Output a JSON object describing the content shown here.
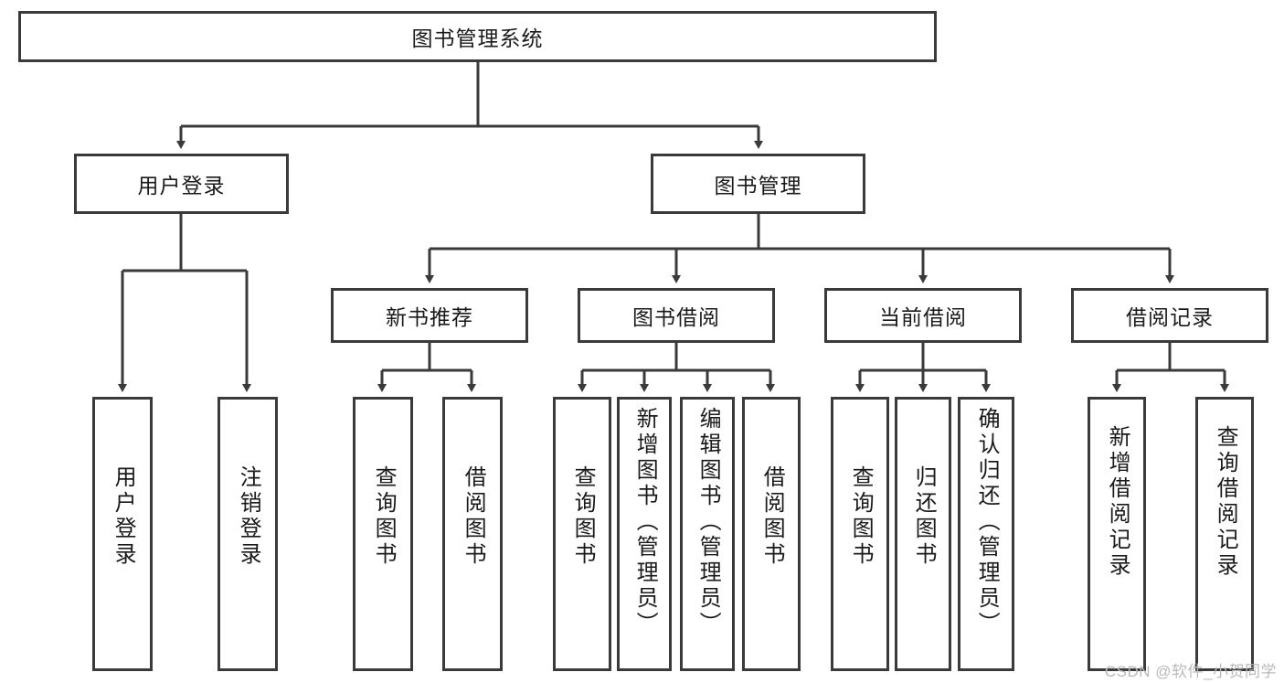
{
  "diagram": {
    "type": "tree-hierarchy-chart",
    "title": "图书管理系统",
    "watermark": "CSDN @软件_小贺同学",
    "colors": {
      "border": "#3a3a3a",
      "background": "#ffffff",
      "text": "#1a1a1a",
      "connector": "#3a3a3a",
      "watermark": "#b9b9b9"
    },
    "levels": {
      "level1": [
        {
          "id": "root",
          "label": "图书管理系统"
        }
      ],
      "level2": [
        {
          "id": "user-login",
          "label": "用户登录"
        },
        {
          "id": "book-manage",
          "label": "图书管理"
        }
      ],
      "level3": [
        {
          "id": "new-book-rec",
          "label": "新书推荐"
        },
        {
          "id": "book-borrow",
          "label": "图书借阅"
        },
        {
          "id": "current-borrow",
          "label": "当前借阅"
        },
        {
          "id": "borrow-record",
          "label": "借阅记录"
        }
      ],
      "level4": [
        {
          "id": "leaf-user-login",
          "label": "用户登录",
          "parent": "user-login"
        },
        {
          "id": "leaf-user-logout",
          "label": "注销登录",
          "parent": "user-login"
        },
        {
          "id": "leaf-query-book-1",
          "label": "查询图书",
          "parent": "new-book-rec"
        },
        {
          "id": "leaf-borrow-book-1",
          "label": "借阅图书",
          "parent": "new-book-rec"
        },
        {
          "id": "leaf-query-book-2",
          "label": "查询图书",
          "parent": "book-borrow"
        },
        {
          "id": "leaf-add-book",
          "label": "新增图书（管理员）",
          "parent": "book-borrow"
        },
        {
          "id": "leaf-edit-book",
          "label": "编辑图书（管理员）",
          "parent": "book-borrow"
        },
        {
          "id": "leaf-borrow-book-2",
          "label": "借阅图书",
          "parent": "book-borrow"
        },
        {
          "id": "leaf-query-book-3",
          "label": "查询图书",
          "parent": "current-borrow"
        },
        {
          "id": "leaf-return-book",
          "label": "归还图书",
          "parent": "current-borrow"
        },
        {
          "id": "leaf-confirm-return",
          "label": "确认归还（管理员）",
          "parent": "current-borrow"
        },
        {
          "id": "leaf-add-record",
          "label": "新增借阅记录",
          "parent": "borrow-record"
        },
        {
          "id": "leaf-query-record",
          "label": "查询借阅记录",
          "parent": "borrow-record"
        }
      ]
    }
  }
}
